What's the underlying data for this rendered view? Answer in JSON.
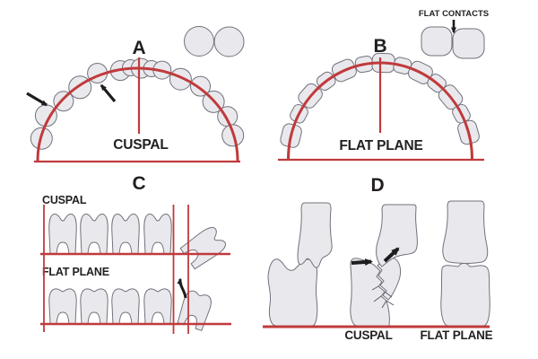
{
  "figure": {
    "description": "Dental occlusion diagram comparing cuspal and flat plane tooth forms",
    "colors": {
      "background": "#ffffff",
      "accent_red": "#c03a3c",
      "tooth_fill": "#e9e9ed",
      "tooth_outline": "#71717c",
      "text": "#231f20",
      "arrow_black": "#1e1c1c"
    },
    "panels": {
      "a": {
        "letter": "A",
        "label": "CUSPAL"
      },
      "b": {
        "letter": "B",
        "label": "FLAT PLANE",
        "inset_label": "FLAT CONTACTS"
      },
      "c": {
        "letter": "C",
        "top_label": "CUSPAL",
        "bottom_label": "FLAT PLANE"
      },
      "d": {
        "letter": "D",
        "left_label": "CUSPAL",
        "right_label": "FLAT PLANE"
      }
    }
  }
}
